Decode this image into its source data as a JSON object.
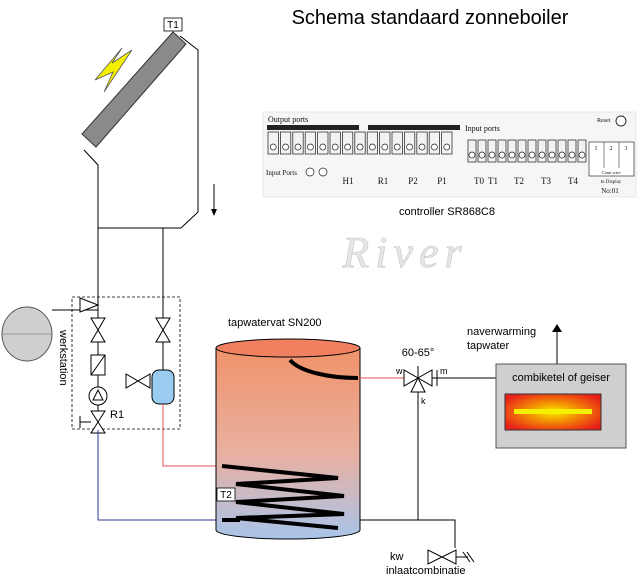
{
  "title": "Schema standaard zonneboiler",
  "watermark": "River",
  "sensors": {
    "t1": "T1",
    "t2": "T2"
  },
  "labels": {
    "controller": "controller SR868C8",
    "werkstation": "werkstation",
    "pump": "R1",
    "tank": "tapwatervat SN200",
    "mixer_temp": "60-65°",
    "mixer_w": "w",
    "mixer_m": "m",
    "mixer_k": "k",
    "naverwarming_1": "naverwarming",
    "naverwarming_2": "tapwater",
    "boiler": "combiketel of geiser",
    "kw": "kw",
    "inlaat": "inlaatcombinatie"
  },
  "controller_panel": {
    "output_ports": "Output ports",
    "input_ports": "Input ports",
    "input_ports_side": "Input Ports",
    "reset": "Reset",
    "groups_out": [
      "H1",
      "R1",
      "P2",
      "P1"
    ],
    "groups_in": [
      "T0",
      "T1",
      "T2",
      "T3",
      "T4"
    ],
    "side_cols": [
      "1",
      "2",
      "3"
    ],
    "side_note_1": "Conn wire",
    "side_note_2": "to Display",
    "serial": "No:01"
  },
  "colors": {
    "pipe": "#000000",
    "hot_pipe": "#e05050",
    "cold_pipe": "#2b3a9a",
    "tank_top": "#f0936a",
    "tank_bottom": "#a8c4ea",
    "panel_yellow": "#f4f000",
    "expansion_vessel": "#cfcfcf",
    "boiler_box": "#cfcfcf",
    "flame_outer": "#e8201a",
    "flame_inner": "#f5f000"
  }
}
